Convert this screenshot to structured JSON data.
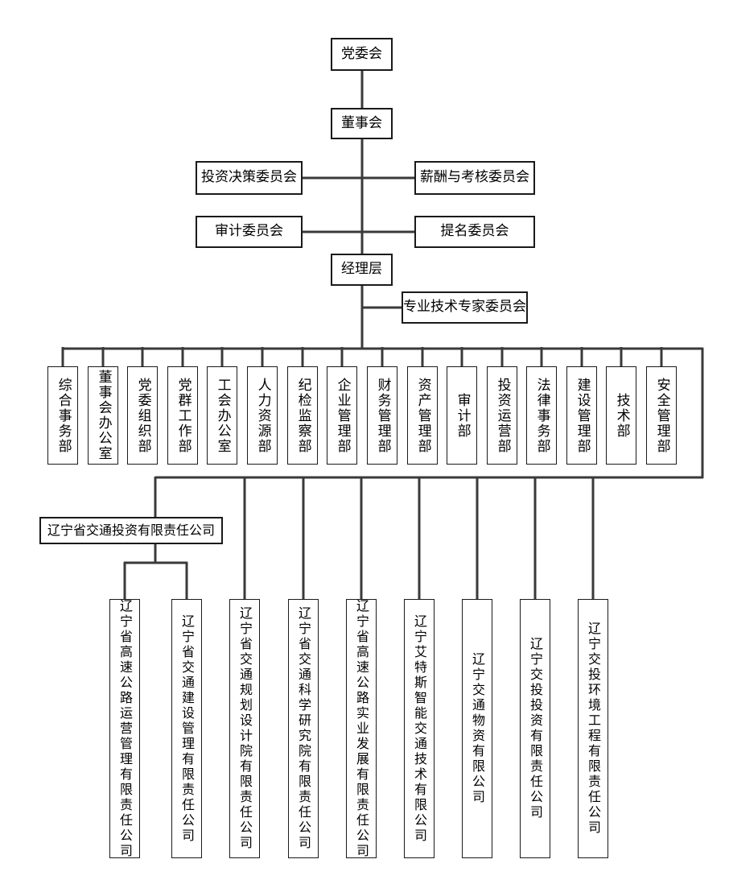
{
  "colors": {
    "background": "#ffffff",
    "connector_line": "#3a3a3a",
    "box_border": "#1a1a1a",
    "text": "#000000"
  },
  "org": {
    "party_committee": "党委会",
    "board": "董事会",
    "board_committees": [
      "投资决策委员会",
      "薪酬与考核委员会",
      "审计委员会",
      "提名委员会"
    ],
    "management": "经理层",
    "expert_committee": "专业技术专家委员会",
    "departments": [
      "综合事务部",
      "董事会办公室",
      "党委组织部",
      "党群工作部",
      "工会办公室",
      "人力资源部",
      "纪检监察部",
      "企业管理部",
      "财务管理部",
      "资产管理部",
      "审计部",
      "投资运营部",
      "法律事务部",
      "建设管理部",
      "技术部",
      "安全管理部"
    ],
    "investment_company": "辽宁省交通投资有限责任公司",
    "subsidiaries": [
      "辽宁省高速公路运营管理有限责任公司",
      "辽宁省交通建设管理有限责任公司",
      "辽宁省交通规划设计院有限责任公司",
      "辽宁省交通科学研究院有限责任公司",
      "辽宁省高速公路实业发展有限责任公司",
      "辽宁艾特斯智能交通技术有限公司",
      "辽宁交通物资有限公司",
      "辽宁交投投资有限责任公司",
      "辽宁交投环境工程有限责任公司"
    ]
  }
}
